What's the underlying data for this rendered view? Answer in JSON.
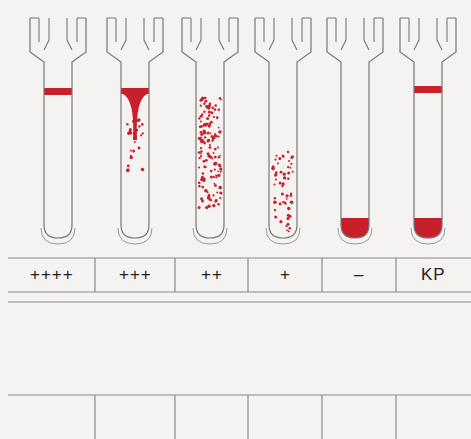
{
  "diagram": {
    "labels": [
      "++++",
      "+++",
      "++",
      "+",
      "–",
      "KP"
    ]
  }
}
